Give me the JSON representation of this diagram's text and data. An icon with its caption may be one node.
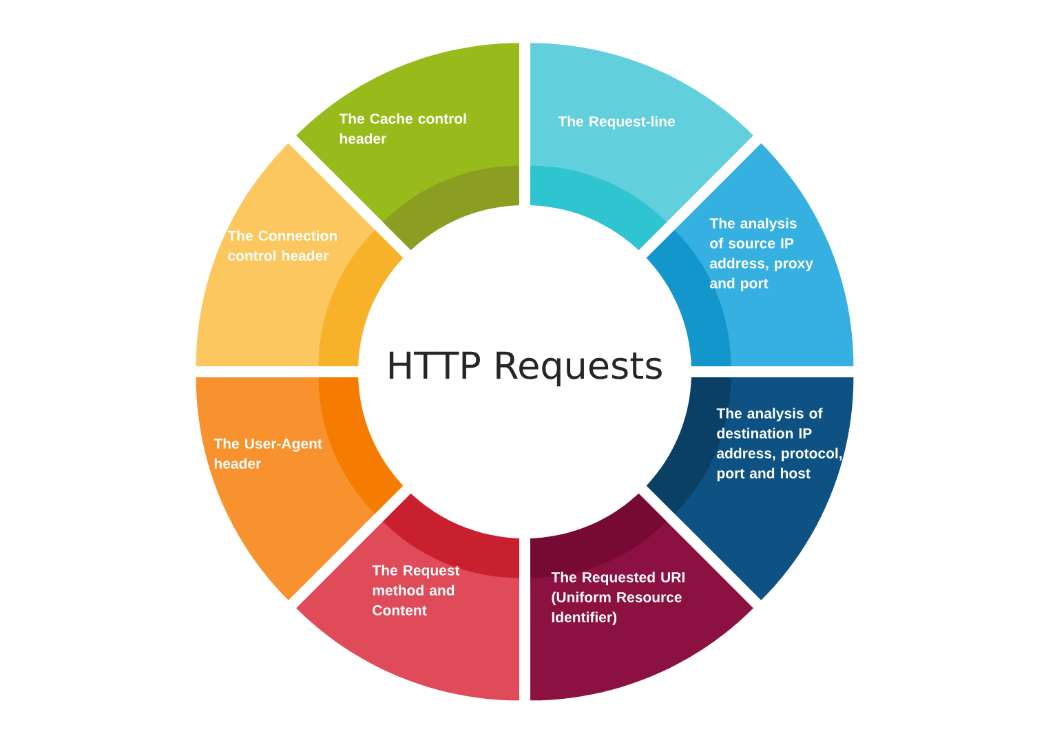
{
  "diagram": {
    "nodes": [
      {
        "text": [
          "HTTP Requests"
        ]
      },
      {
        "text": [
          "The Cache control header"
        ]
      },
      {
        "text": [
          "The Request-line"
        ]
      },
      {
        "text": [
          "The Connection control header"
        ]
      },
      {
        "text": [
          "The analysis of source IP address, proxy and port"
        ]
      },
      {
        "text": [
          "The User-Agent header"
        ]
      },
      {
        "text": [
          "The analysis of destination IP address, protocol, port and host"
        ]
      },
      {
        "text": [
          "The Request method and Content"
        ]
      },
      {
        "text": [
          "The Requested URI (Uniform Resource Identifier)"
        ]
      }
    ]
  }
}
